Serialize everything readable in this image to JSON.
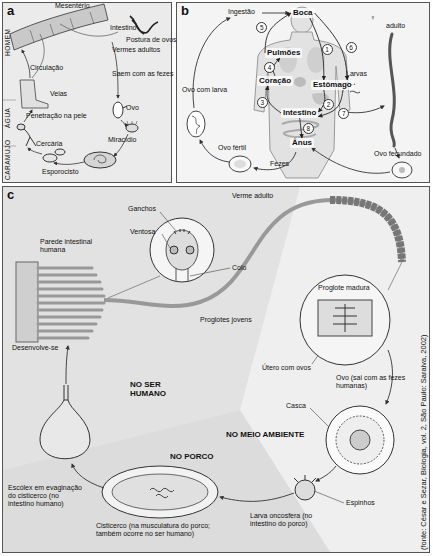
{
  "diagram": {
    "caption": "(fonte: César e Sezar, Biologia, vol. 2, São Paulo: Saraiva, 2002)",
    "nodes": [
      {
        "text": [
          "a"
        ]
      },
      {
        "text": [
          "b"
        ]
      },
      {
        "text": [
          "Boca"
        ],
        "in": 1
      },
      {
        "text": [
          "Pulmões"
        ],
        "in": 1
      },
      {
        "text": [
          "Coração"
        ],
        "in": 1
      },
      {
        "text": [
          "Estômago"
        ],
        "in": 1
      },
      {
        "text": [
          "Intestino"
        ],
        "in": 1
      },
      {
        "text": [
          "Ânus"
        ],
        "in": 1
      },
      {
        "text": [
          "c"
        ]
      }
    ],
    "edges": [
      {
        "from": 2,
        "to": 5,
        "label": "1",
        "arrow": "to"
      },
      {
        "from": 5,
        "to": 6,
        "label": "2",
        "arrow": "to"
      },
      {
        "from": 6,
        "to": 4,
        "label": "3",
        "arrow": "to"
      },
      {
        "from": 4,
        "to": 3,
        "label": "4",
        "arrow": "to"
      },
      {
        "from": 3,
        "to": 2,
        "label": "5",
        "arrow": "to"
      },
      {
        "from": 2,
        "to": 5,
        "label": "6",
        "arrow": "to"
      },
      {
        "from": 5,
        "to": 6,
        "label": "7",
        "arrow": "to"
      },
      {
        "from": 6,
        "to": 7,
        "label": "8",
        "arrow": "to"
      }
    ],
    "labels": [
      "Mesentério",
      "Intestino",
      "HOMEM",
      "Postura de ovos",
      "Vermes adultos",
      "Saem com as fezes",
      "Ovo",
      "Circulação",
      "Veias",
      "Penetração na pele",
      "ÁGUA",
      "Cercária",
      "Miracídio",
      "Esporocisto",
      "CARAMUJO",
      "Ingestão",
      "Ovo com larva",
      "Ovo fértil",
      "Fezes",
      "Larvas",
      "♀",
      "adulto",
      "Ovo fecundado",
      "Ganchos",
      "Ventosa",
      "Colo",
      "Verme adulto",
      "Parede intestinal humana",
      "Desenvolve-se",
      "Proglotes jovens",
      "Proglote madura",
      "Útero com ovos",
      "Ovo (sai com as fezes humanas)",
      "Casca",
      "NO SER HUMANO",
      "NO MEIO AMBIENTE",
      "NO PORCO",
      "Escólex em evaginação do cisticerco (no intestino humano)",
      "Cisticerco (na musculatura do porco; também ocorre no ser humano)",
      "Larva oncosfera (no intestino do porco)",
      "Espinhos"
    ]
  }
}
